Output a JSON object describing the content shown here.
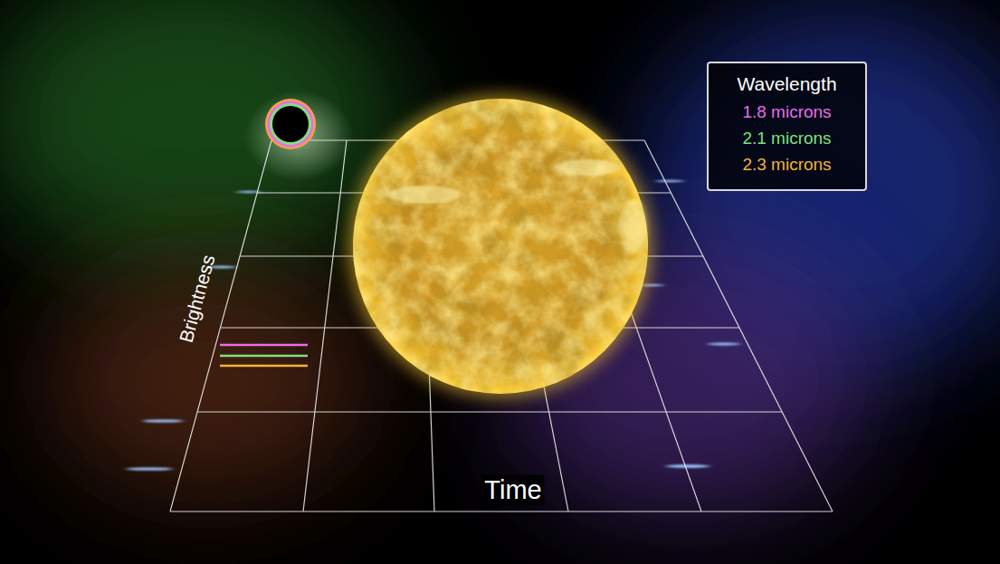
{
  "diagram": {
    "nodes": [
      {
        "text": [
          "Wavelength"
        ]
      }
    ],
    "labels": [
      "Brightness",
      "Time"
    ],
    "legend": [
      {
        "text": "1.8 microns",
        "color": "#e86de8"
      },
      {
        "text": "2.1 microns",
        "color": "#7fe07f"
      },
      {
        "text": "2.3 microns",
        "color": "#f4b23a"
      }
    ]
  }
}
